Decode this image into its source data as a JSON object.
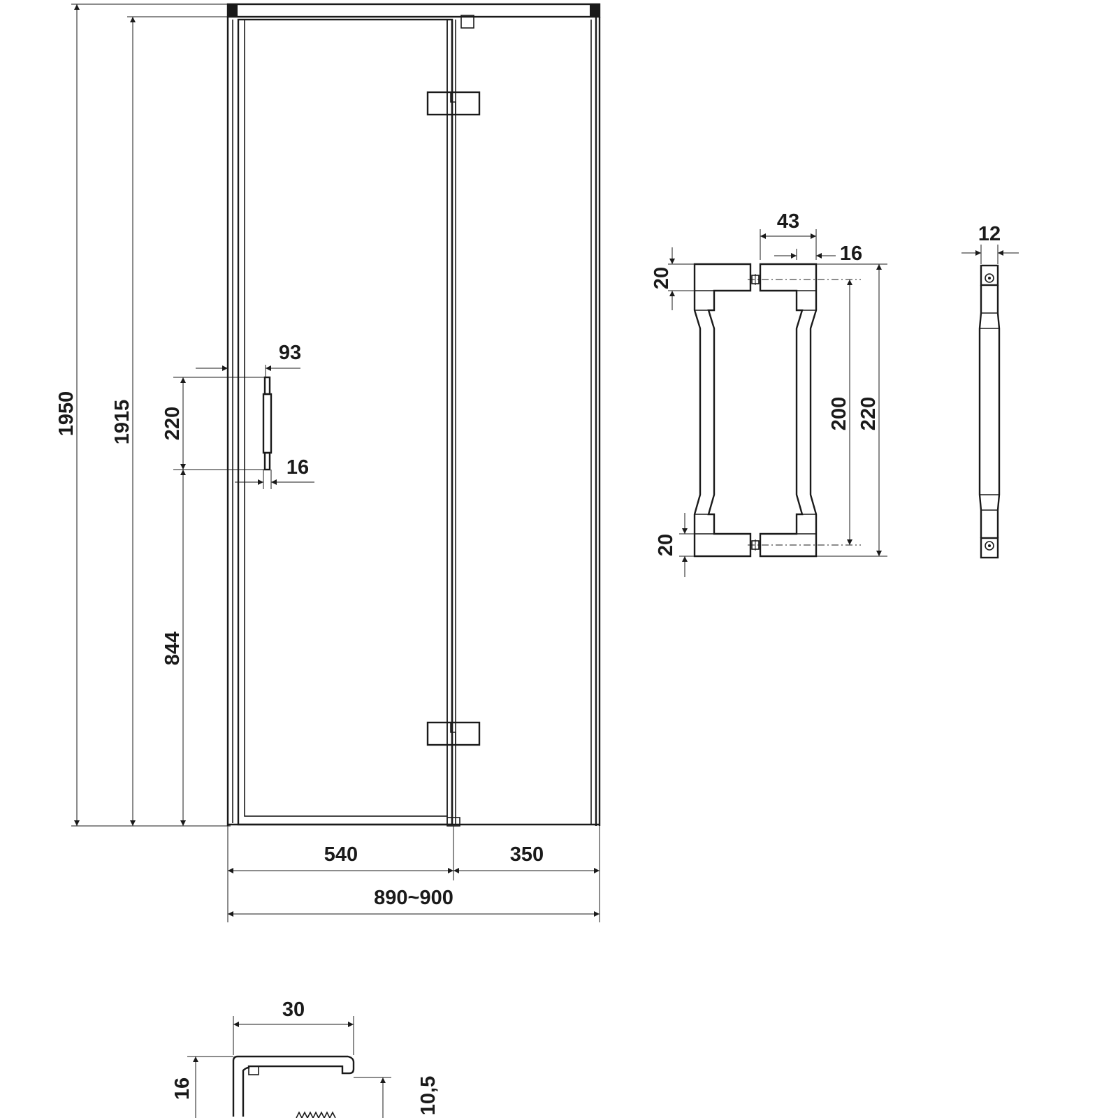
{
  "door": {
    "height_total": "1950",
    "height_glass": "1915",
    "handle_height": "844",
    "handle_length": "220",
    "handle_offset": "93",
    "handle_depth": "16",
    "width_door": "540",
    "width_fixed": "350",
    "width_total": "890~900"
  },
  "handle_side": {
    "depth": "43",
    "bar": "16",
    "top_block": "20",
    "bottom_block": "20",
    "inner_span": "200",
    "outer_span": "220"
  },
  "handle_front": {
    "width": "12"
  },
  "profile": {
    "width": "30",
    "height": "16",
    "inner_height": "10,5"
  },
  "colors": {
    "line": "#1a1a1a",
    "background": "#ffffff"
  }
}
